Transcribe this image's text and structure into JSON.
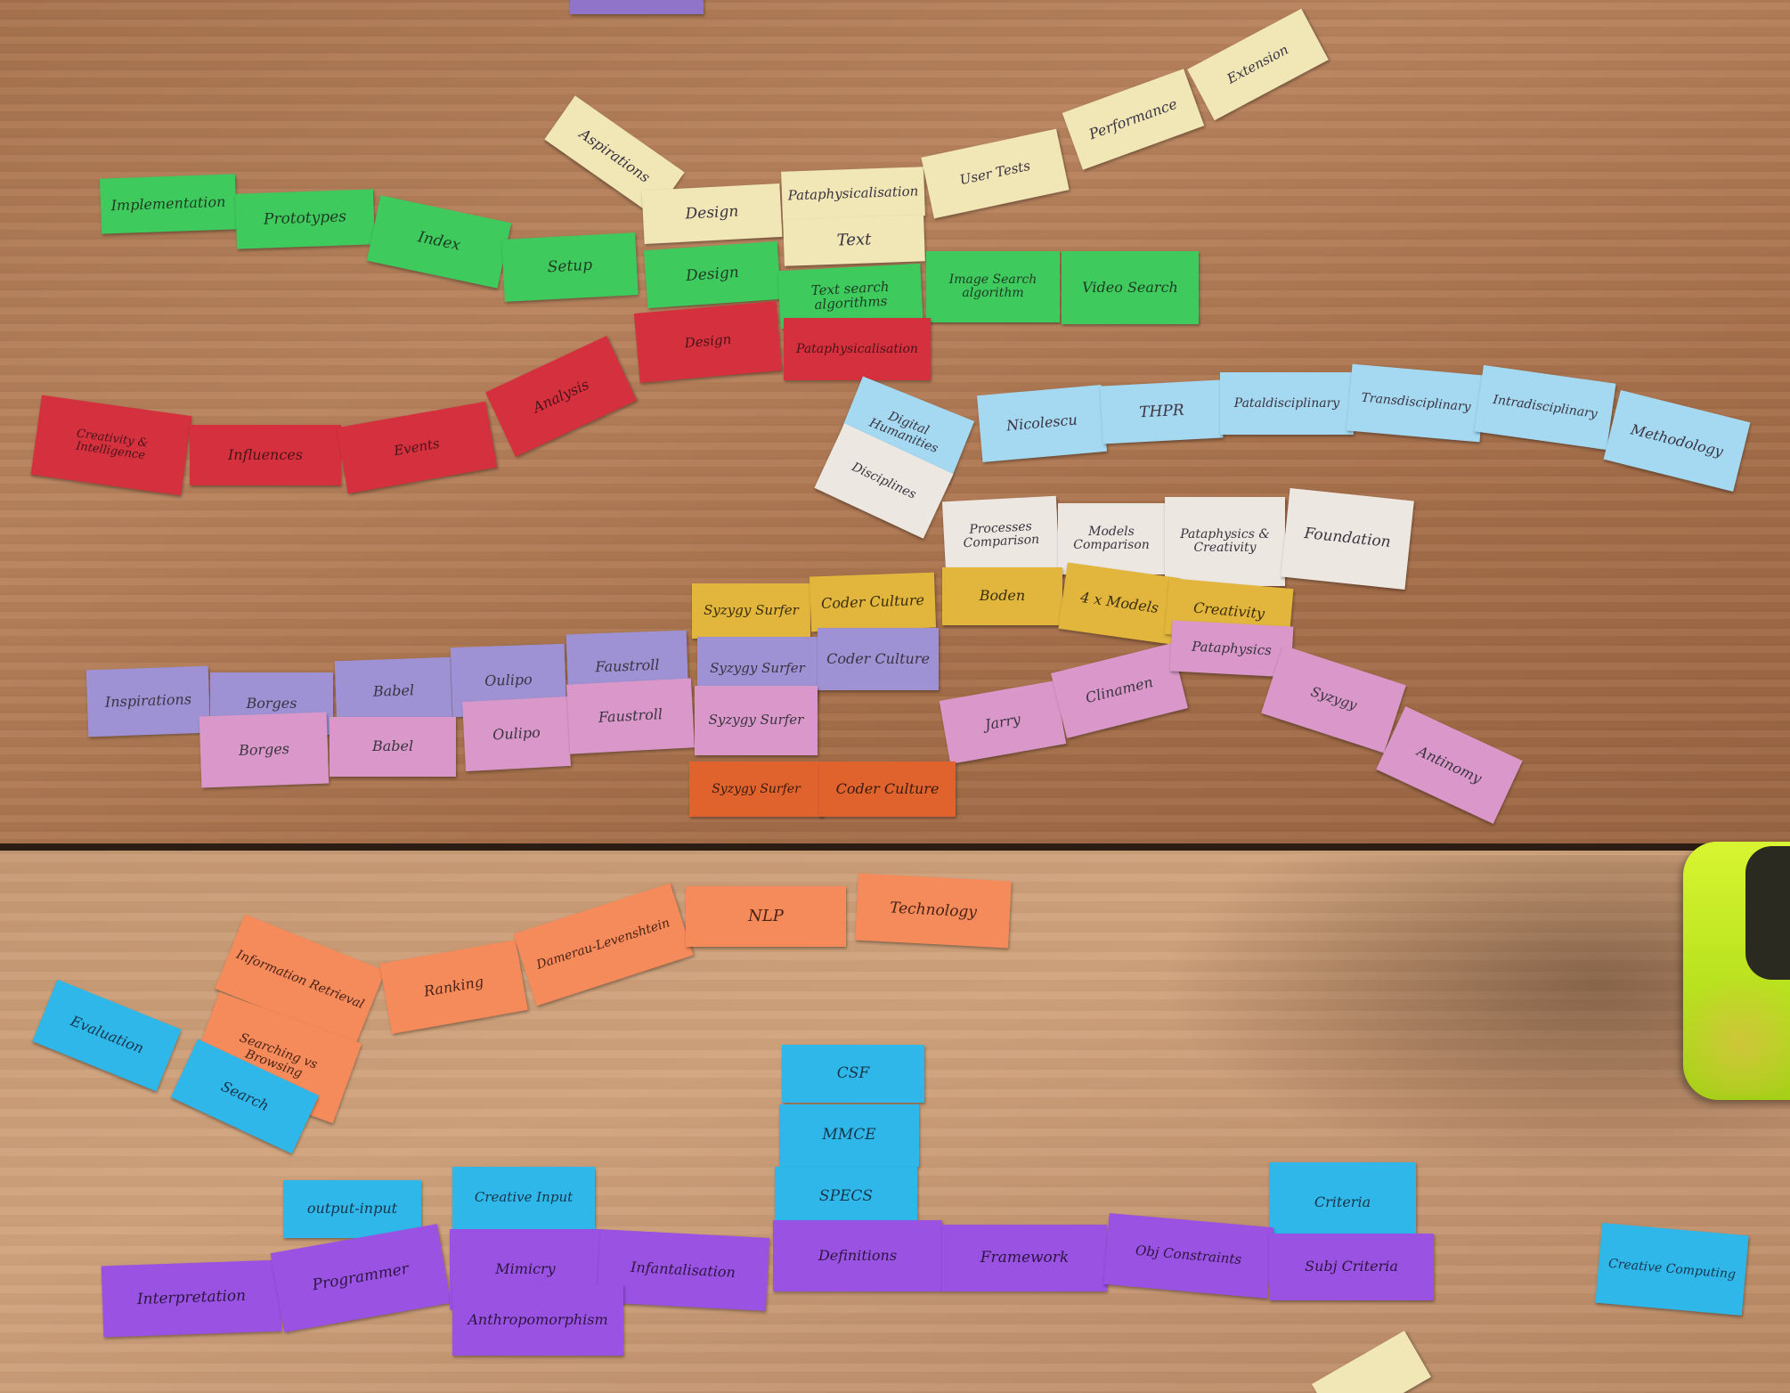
{
  "notes": {
    "implementation": "Implementation",
    "prototypes": "Prototypes",
    "index": "Index",
    "setup": "Setup",
    "design_green": "Design",
    "text_search": "Text search algorithms",
    "image_search": "Image Search algorithm",
    "video_search": "Video Search",
    "aspirations": "Aspirations",
    "design_cream": "Design",
    "pataphysicalisation_cream": "Pataphysicalisation",
    "user_tests": "User Tests",
    "performance": "Performance",
    "extension": "Extension",
    "text": "Text",
    "creativity_intelligence": "Creativity & Intelligence",
    "influences": "Influences",
    "events": "Events",
    "analysis": "Analysis",
    "design_red": "Design",
    "pataphysicalisation_red": "Pataphysicalisation",
    "digital_humanities": "Digital Humanities",
    "nicolescu": "Nicolescu",
    "thpr": "THPR",
    "pataldisciplinary": "Pataldisciplinary",
    "transdisciplinary": "Transdisciplinary",
    "intradisciplinary": "Intradisciplinary",
    "methodology": "Methodology",
    "disciplines": "Disciplines",
    "processes_comparison": "Processes Comparison",
    "models_comparison": "Models Comparison",
    "pataphysics_creativity": "Pataphysics & Creativity",
    "foundation": "Foundation",
    "syzygy_surfer_yellow": "Syzygy Surfer",
    "coder_culture_yellow": "Coder Culture",
    "boden": "Boden",
    "four_x_models": "4 x Models",
    "creativity": "Creativity",
    "inspirations": "Inspirations",
    "borges_lav": "Borges",
    "babel_lav": "Babel",
    "oulipo_lav": "Oulipo",
    "faustroll_lav": "Faustroll",
    "syzygy_surfer_lav": "Syzygy Surfer",
    "coder_culture_lav": "Coder Culture",
    "borges_pink": "Borges",
    "babel_pink": "Babel",
    "oulipo_pink": "Oulipo",
    "faustroll_pink": "Faustroll",
    "syzygy_surfer_pink": "Syzygy Surfer",
    "jarry": "Jarry",
    "clinamen": "Clinamen",
    "pataphysics": "Pataphysics",
    "syzygy": "Syzygy",
    "antinomy": "Antinomy",
    "syzygy_surfer_orange": "Syzygy Surfer",
    "coder_culture_orange": "Coder Culture",
    "information_retrieval": "Information Retrieval",
    "ranking": "Ranking",
    "damerau_levenshtein": "Damerau-Levenshtein",
    "nlp": "NLP",
    "technology": "Technology",
    "searching_browsing": "Searching vs Browsing",
    "evaluation": "Evaluation",
    "search": "Search",
    "csf": "CSF",
    "mmce": "MMCE",
    "specs": "SPECS",
    "output_input": "output-input",
    "creative_input": "Creative Input",
    "criteria": "Criteria",
    "creative_computing": "Creative Computing",
    "interpretation": "Interpretation",
    "programmer": "Programmer",
    "mimicry": "Mimicry",
    "infantalisation": "Infantalisation",
    "definitions": "Definitions",
    "framework": "Framework",
    "obj_constraints": "Obj Constraints",
    "subj_criteria": "Subj Criteria",
    "anthropomorphism": "Anthropomorphism"
  }
}
